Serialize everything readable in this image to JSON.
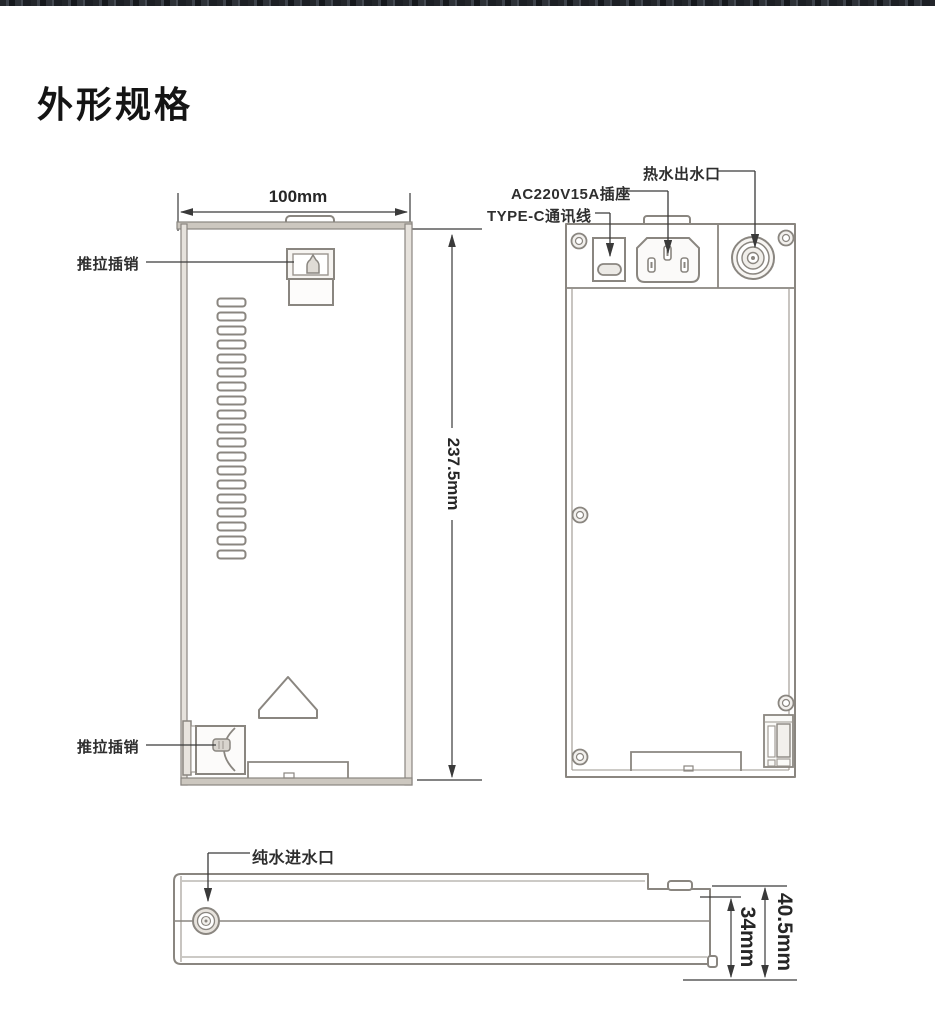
{
  "page": {
    "title": "外形规格"
  },
  "front_view": {
    "label_latch_top": "推拉插销",
    "label_latch_bottom": "推拉插销",
    "dim_width": "100mm",
    "dim_height": "237.5mm"
  },
  "rear_view": {
    "label_hot_water": "热水出水口",
    "label_ac_socket": "AC220V15A插座",
    "label_type_c": "TYPE-C通讯线"
  },
  "side_view": {
    "label_water_inlet": "纯水进水口",
    "dim_inner_height": "34mm",
    "dim_total_height": "40.5mm"
  },
  "colors": {
    "drawing_line": "#8a8680",
    "dimension_line": "#3a3a3a",
    "text": "#2e2e2e"
  }
}
